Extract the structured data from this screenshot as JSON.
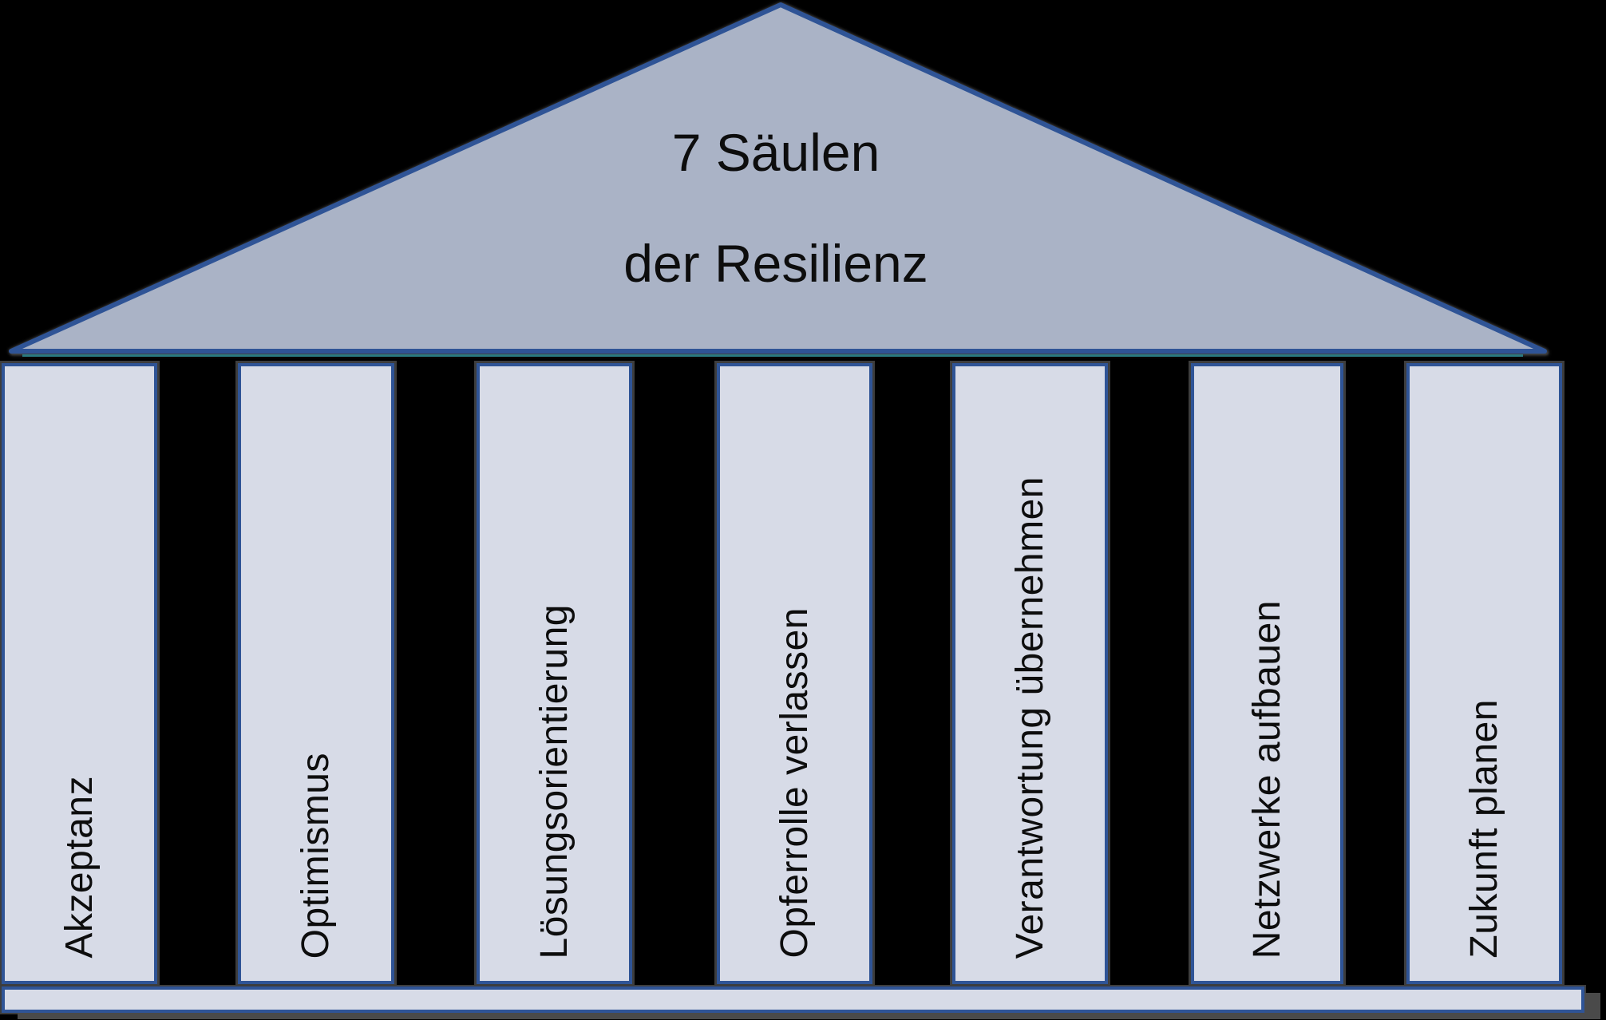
{
  "diagram": {
    "name": "7 Säulen der Resilienz",
    "title": {
      "line1": "7 Säulen",
      "line2": "der Resilienz"
    },
    "pillars": [
      {
        "label": "Akzeptanz"
      },
      {
        "label": "Optimismus"
      },
      {
        "label": "Lösungsorientierung"
      },
      {
        "label": "Opferrolle verlassen"
      },
      {
        "label": "Verantwortung übernehmen"
      },
      {
        "label": "Netzwerke aufbauen"
      },
      {
        "label": "Zukunft planen"
      }
    ],
    "colors": {
      "background": "#000000",
      "roof_fill": "#aab3c6",
      "pillar_fill": "#d7dbe7",
      "border_blue": "#2f5496",
      "text": "#0d0d0d",
      "shadow_gray": "#3d3d3d",
      "roof_underline_teal": "#2c8a93"
    }
  }
}
